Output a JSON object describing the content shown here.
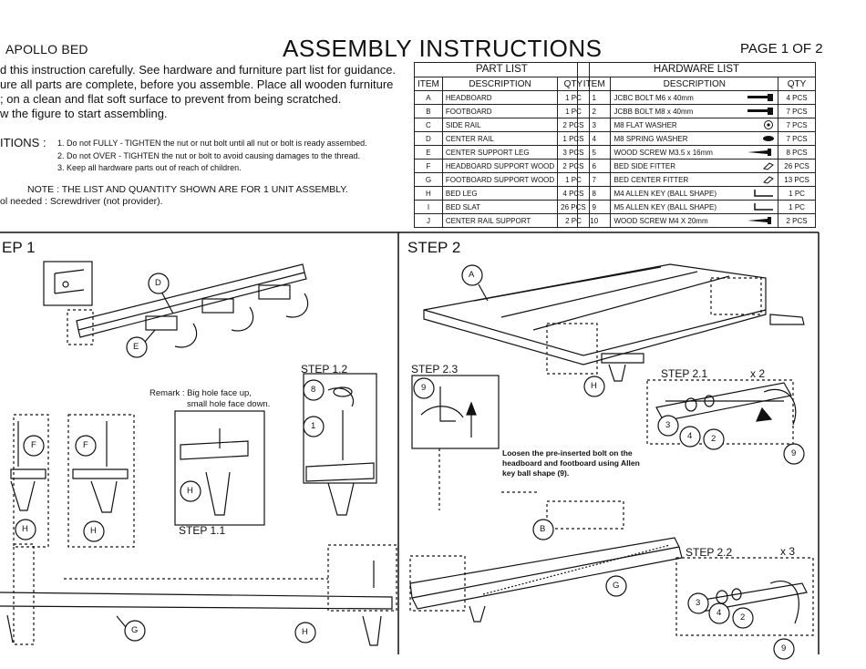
{
  "header": {
    "brand": "APOLLO BED",
    "title": "ASSEMBLY INSTRUCTIONS",
    "page": "PAGE 1 OF 2"
  },
  "intro_lines": [
    "d this instruction carefully. See hardware and furniture part list for guidance.",
    "ure all parts are complete, before you assemble. Place all wooden furniture",
    "; on a clean and flat soft surface to prevent from being scratched.",
    "w the figure to start assembling."
  ],
  "cautions": {
    "heading": "ITIONS :",
    "items": [
      "1. Do not FULLY - TIGHTEN the nut or nut bolt until all nut or bolt is ready assembed.",
      "2. Do not OVER - TIGHTEN the nut or bolt to avoid causing damages to the thread.",
      "3. Keep all hardware parts out of reach of children."
    ]
  },
  "notes": {
    "note": "NOTE : THE LIST AND QUANTITY SHOWN ARE FOR 1 UNIT ASSEMBLY.",
    "tool": "ol needed : Screwdriver (not provider)."
  },
  "part_list": {
    "caption": "PART LIST",
    "headers": [
      "ITEM",
      "DESCRIPTION",
      "QTY"
    ],
    "rows": [
      [
        "A",
        "HEADBOARD",
        "1 PC"
      ],
      [
        "B",
        "FOOTBOARD",
        "1 PC"
      ],
      [
        "C",
        "SIDE RAIL",
        "2 PCS"
      ],
      [
        "D",
        "CENTER RAIL",
        "1 PCS"
      ],
      [
        "E",
        "CENTER SUPPORT LEG",
        "3 PCS"
      ],
      [
        "F",
        "HEADBOARD SUPPORT WOOD",
        "2 PCS"
      ],
      [
        "G",
        "FOOTBOARD SUPPORT WOOD",
        "1 PC"
      ],
      [
        "H",
        "BED LEG",
        "4 PCS"
      ],
      [
        "I",
        "BED SLAT",
        "26 PCS"
      ],
      [
        "J",
        "CENTER RAIL SUPPORT",
        "2 PC"
      ]
    ]
  },
  "hardware_list": {
    "caption": "HARDWARE LIST",
    "headers": [
      "ITEM",
      "DESCRIPTION",
      "QTY"
    ],
    "rows": [
      [
        "1",
        "JCBC BOLT M6 x 40mm",
        "bolt-icon",
        "4 PCS"
      ],
      [
        "2",
        "JCBB BOLT M8 x 40mm",
        "bolt-icon",
        "7 PCS"
      ],
      [
        "3",
        "M8 FLAT WASHER",
        "washer-icon",
        "7 PCS"
      ],
      [
        "4",
        "M8 SPRING WASHER",
        "spring-washer-icon",
        "7 PCS"
      ],
      [
        "5",
        "WOOD SCREW M3.5 x 16mm",
        "screw-icon",
        "8 PCS"
      ],
      [
        "6",
        "BED SIDE FITTER",
        "fitter-icon",
        "26 PCS"
      ],
      [
        "7",
        "BED CENTER FITTER",
        "fitter-icon",
        "13 PCS"
      ],
      [
        "8",
        "M4 ALLEN KEY (BALL SHAPE)",
        "allen-key-icon",
        "1 PC"
      ],
      [
        "9",
        "M5 ALLEN KEY (BALL SHAPE)",
        "allen-key-icon",
        "1 PC"
      ],
      [
        "10",
        "WOOD SCREW M4 X 20mm",
        "screw-icon",
        "2 PCS"
      ]
    ]
  },
  "steps": {
    "step1": "EP 1",
    "step1_1": "STEP 1.1",
    "step1_2": "STEP 1.2",
    "remark_line1": "Remark : Big hole face up,",
    "remark_line2": "small hole face down.",
    "step2": "STEP 2",
    "step2_1": "STEP 2.1",
    "step2_1_mult": "x 2",
    "step2_2": "STEP 2.2",
    "step2_2_mult": "x 3",
    "step2_3": "STEP 2.3",
    "loosen_line1": "Loosen the pre-inserted bolt on the",
    "loosen_line2": "headboard and footboard using Allen",
    "loosen_line3": "key ball shape (9)."
  },
  "callouts": {
    "A": "A",
    "B": "B",
    "D": "D",
    "E": "E",
    "F": "F",
    "G": "G",
    "H": "H",
    "n1": "1",
    "n2": "2",
    "n3": "3",
    "n4": "4",
    "n8": "8",
    "n9": "9"
  }
}
